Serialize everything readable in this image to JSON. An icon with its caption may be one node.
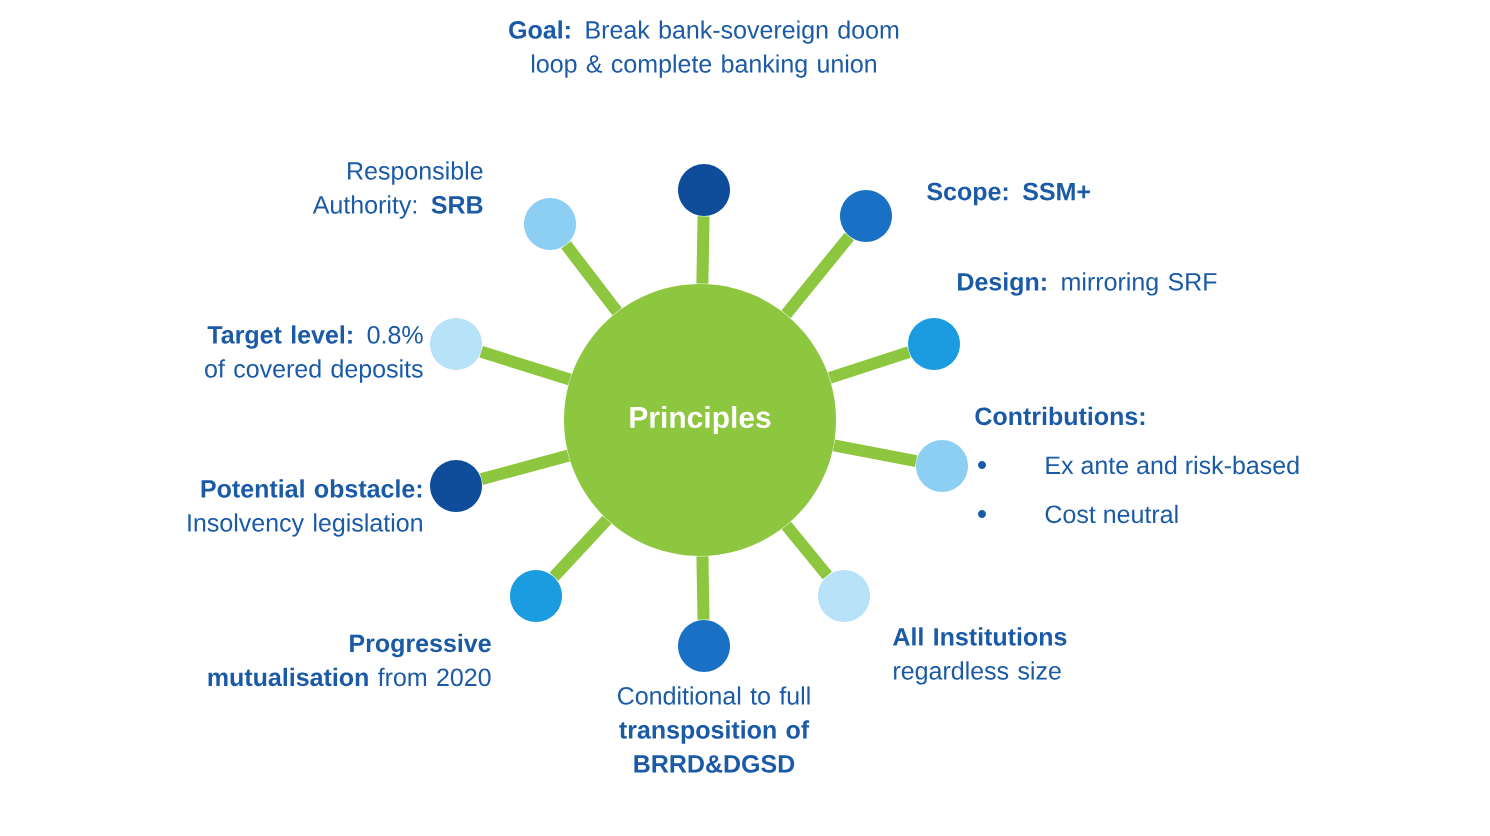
{
  "diagram": {
    "nodes": [
      {
        "text": [
          "Principles"
        ]
      },
      {
        "text": [],
        "shape": "circle",
        "beside": [
          "**Goal:** Break bank-sovereign doom loop & complete banking union"
        ]
      },
      {
        "text": [],
        "shape": "circle",
        "beside": [
          "Responsible Authority: **SRB**"
        ]
      },
      {
        "text": [],
        "shape": "circle",
        "beside": [
          "Scope: SSM+"
        ]
      },
      {
        "text": [],
        "shape": "circle",
        "beside": [
          "**Design:** mirroring SRF"
        ]
      },
      {
        "text": [],
        "shape": "circle",
        "beside": [
          "**Target level:** 0.8%  of covered deposits"
        ]
      },
      {
        "text": [],
        "shape": "circle",
        "beside": [
          "Contributions:",
          "Ex ante and risk-based",
          "Cost neutral"
        ]
      },
      {
        "text": [],
        "shape": "circle",
        "beside": [
          "**Potential obstacle:** Insolvency legislation"
        ]
      },
      {
        "text": [],
        "shape": "circle",
        "beside": [
          "**Progressive mutualisation** from 2020"
        ]
      },
      {
        "text": [],
        "shape": "circle",
        "beside": [
          "**All Institutions** regardless size"
        ]
      },
      {
        "text": [],
        "shape": "circle",
        "beside": [
          "Conditional to full **transposition of BRRD&DGSD**"
        ]
      }
    ],
    "edges": [
      {
        "from": 0,
        "to": 1,
        "arrow": "none"
      },
      {
        "from": 0,
        "to": 2,
        "arrow": "none"
      },
      {
        "from": 0,
        "to": 3,
        "arrow": "none"
      },
      {
        "from": 0,
        "to": 4,
        "arrow": "none"
      },
      {
        "from": 0,
        "to": 5,
        "arrow": "none"
      },
      {
        "from": 0,
        "to": 6,
        "arrow": "none"
      },
      {
        "from": 0,
        "to": 7,
        "arrow": "none"
      },
      {
        "from": 0,
        "to": 8,
        "arrow": "none"
      },
      {
        "from": 0,
        "to": 9,
        "arrow": "none"
      },
      {
        "from": 0,
        "to": 10,
        "arrow": "none"
      }
    ]
  }
}
